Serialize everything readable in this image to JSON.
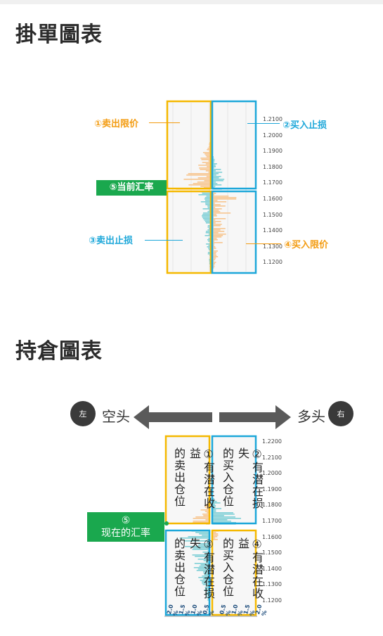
{
  "section1": {
    "title": "掛單圖表",
    "labels": {
      "sell_limit": "①卖出限价",
      "buy_stop": "②买入止损",
      "current_rate": "⑤当前汇率",
      "sell_stop": "③卖出止损",
      "buy_limit": "④买入限价"
    },
    "y_ticks": [
      "1.2100",
      "1.2000",
      "1.1900",
      "1.1800",
      "1.1700",
      "1.1600",
      "1.1500",
      "1.1400",
      "1.1300",
      "1.1200"
    ]
  },
  "section2": {
    "title": "持倉圖表",
    "left_badge": "左",
    "right_badge": "右",
    "short_label": "空头",
    "long_label": "多头",
    "current_rate_num": "⑤",
    "current_rate_text": "现在的汇率",
    "q1": {
      "num": "①",
      "line1": "有潜在收益",
      "line2": "的卖出仓位"
    },
    "q2": {
      "num": "②",
      "line1": "有潜在损失",
      "line2": "的买入仓位"
    },
    "q3": {
      "num": "③",
      "line1": "有潜在损失",
      "line2": "的卖出仓位"
    },
    "q4": {
      "num": "④",
      "line1": "有潜在收益",
      "line2": "的买入仓位"
    },
    "y_ticks": [
      "1.2200",
      "1.2100",
      "1.2000",
      "1.1900",
      "1.1800",
      "1.1700",
      "1.1600",
      "1.1500",
      "1.1400",
      "1.1300",
      "1.1200"
    ],
    "x_ticks": [
      "2.0 %",
      "1.5 %",
      "1.0 %",
      "0.5 %",
      "0.5 %",
      "1.0 %",
      "1.5 %",
      "2.0 %"
    ]
  },
  "colors": {
    "orange": "#f5b800",
    "blue": "#1da7d9",
    "green": "#1aa84e",
    "bar_orange": "#f7c58f",
    "bar_blue": "#7fcfd6"
  }
}
